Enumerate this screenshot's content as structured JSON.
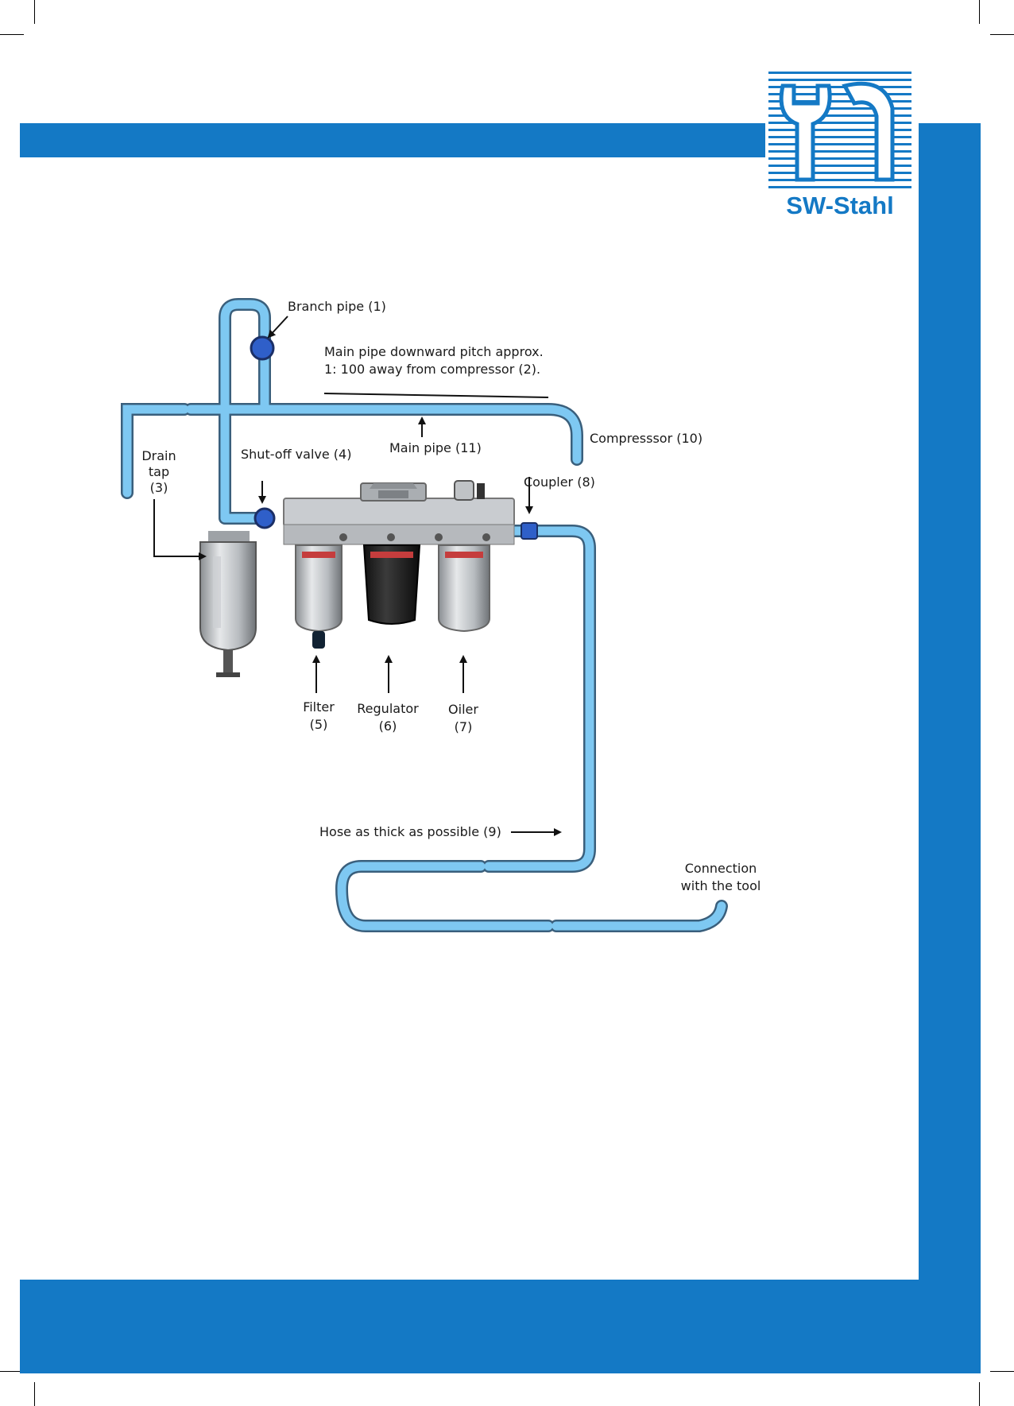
{
  "brand": {
    "name": "SW-Stahl",
    "color": "#1479c5"
  },
  "diagram": {
    "labels": {
      "branch_pipe": "Branch pipe (1)",
      "pitch_line1": "Main pipe downward pitch approx.",
      "pitch_line2": "1: 100 away from compressor (2).",
      "drain_line1": "Drain",
      "drain_line2": "tap",
      "drain_line3": "(3)",
      "shutoff": "Shut-off valve (4)",
      "main_pipe": "Main pipe (11)",
      "compressor": "Compresssor (10)",
      "coupler": "Coupler (8)",
      "filter_line1": "Filter",
      "filter_line2": "(5)",
      "regulator_line1": "Regulator",
      "regulator_line2": "(6)",
      "oiler_line1": "Oiler",
      "oiler_line2": "(7)",
      "hose": "Hose as thick as possible (9)",
      "conn_line1": "Connection",
      "conn_line2": "with the tool"
    }
  }
}
